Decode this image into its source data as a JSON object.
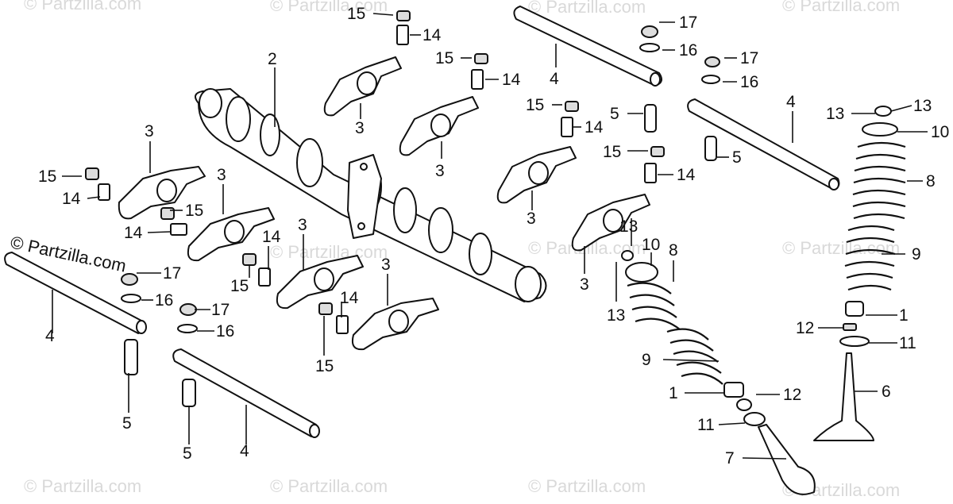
{
  "watermark": "© Partzilla.com",
  "callouts": {
    "l15a": "15",
    "l14a": "14",
    "l15b": "15",
    "l14b": "14",
    "l17a": "17",
    "l16a": "16",
    "l2": "2",
    "l4a": "4",
    "l17b": "17",
    "l16b": "16",
    "l3a": "3",
    "l15c": "15",
    "l14c": "14",
    "l5a": "5",
    "l4b": "4",
    "l13a": "13",
    "l13b": "13",
    "l10a": "10",
    "l3b": "3",
    "l15d": "15",
    "l14d": "14",
    "l5b": "5",
    "l3c": "3",
    "l15e": "15",
    "l14e": "14",
    "l3d": "3",
    "l14f": "14",
    "l15f": "15",
    "l8a": "8",
    "l3e": "3",
    "l13c": "13",
    "l10b": "10",
    "l8b": "8",
    "l3f": "3",
    "l14g": "14",
    "l15g": "15",
    "l9a": "9",
    "l17c": "17",
    "l16c": "16",
    "l3g": "3",
    "l14h": "14",
    "l4c": "4",
    "l13d": "13",
    "l3h": "3",
    "l17d": "17",
    "l16d": "16",
    "l1a": "1",
    "l12a": "12",
    "l11a": "11",
    "l15h": "15",
    "l9b": "9",
    "l5c": "5",
    "l5d": "5",
    "l4d": "4",
    "l1b": "1",
    "l12b": "12",
    "l6": "6",
    "l11b": "11",
    "l7": "7"
  }
}
